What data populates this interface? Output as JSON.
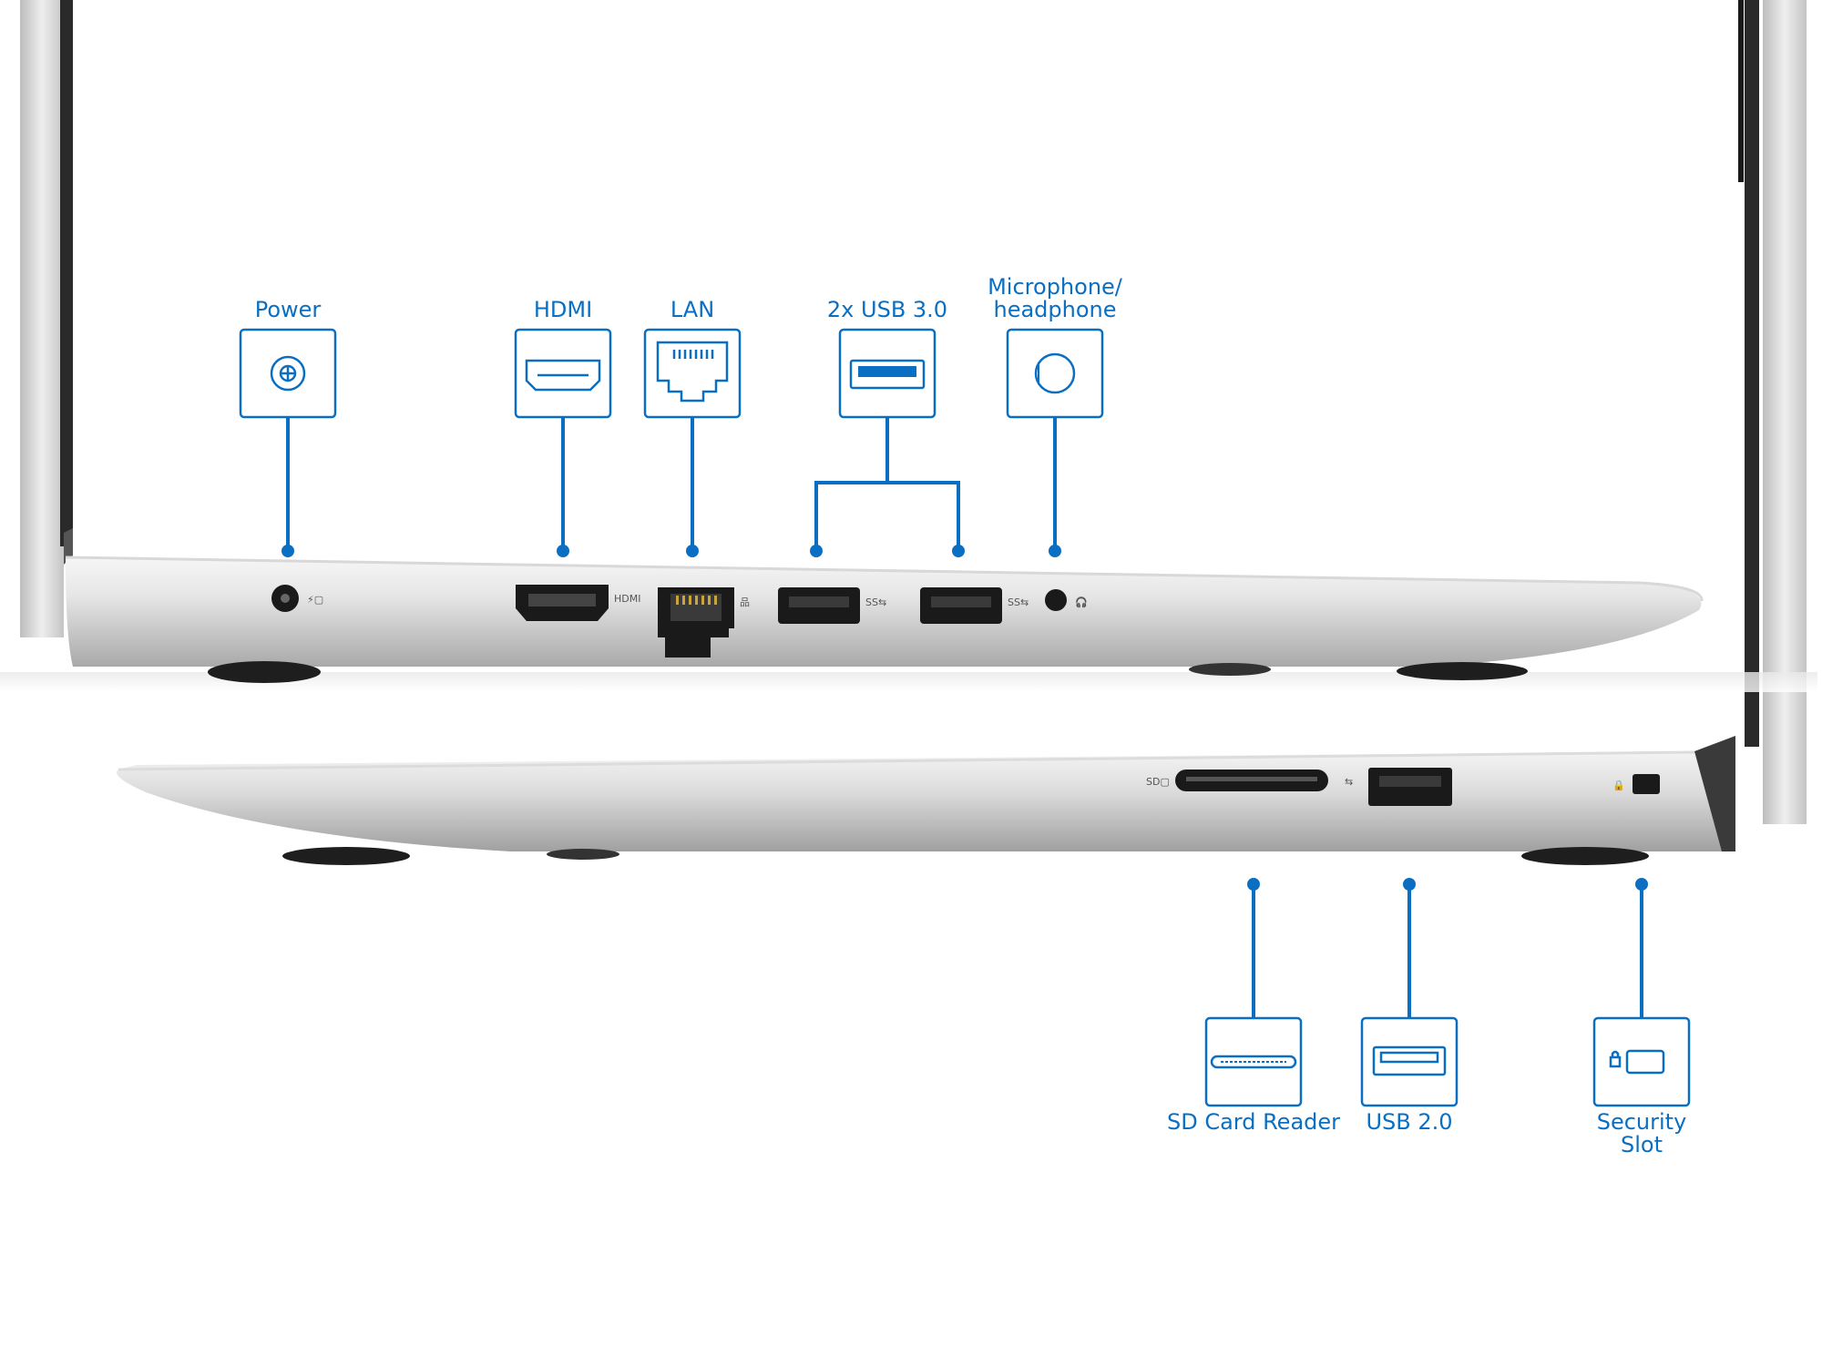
{
  "colors": {
    "accent": "#0a6fc2",
    "chassis_light": "#f3f3f3",
    "chassis_mid": "#c9c9c9",
    "chassis_dark": "#8e8e8e",
    "port_dark": "#1a1a1a",
    "background": "#ffffff"
  },
  "callouts": {
    "power": {
      "label": "Power",
      "icon": "dc-power-jack-icon"
    },
    "hdmi": {
      "label": "HDMI",
      "icon": "hdmi-port-icon"
    },
    "lan": {
      "label": "LAN",
      "icon": "ethernet-port-icon"
    },
    "usb3": {
      "label": "2x USB 3.0",
      "icon": "usb-3-port-icon"
    },
    "audio": {
      "label": "Microphone/\nheadphone",
      "icon": "audio-jack-icon"
    },
    "sd": {
      "label": "SD Card Reader",
      "icon": "sd-card-slot-icon"
    },
    "usb2": {
      "label": "USB 2.0",
      "icon": "usb-2-port-icon"
    },
    "security": {
      "label": "Security\nSlot",
      "icon": "lock-slot-icon"
    }
  }
}
